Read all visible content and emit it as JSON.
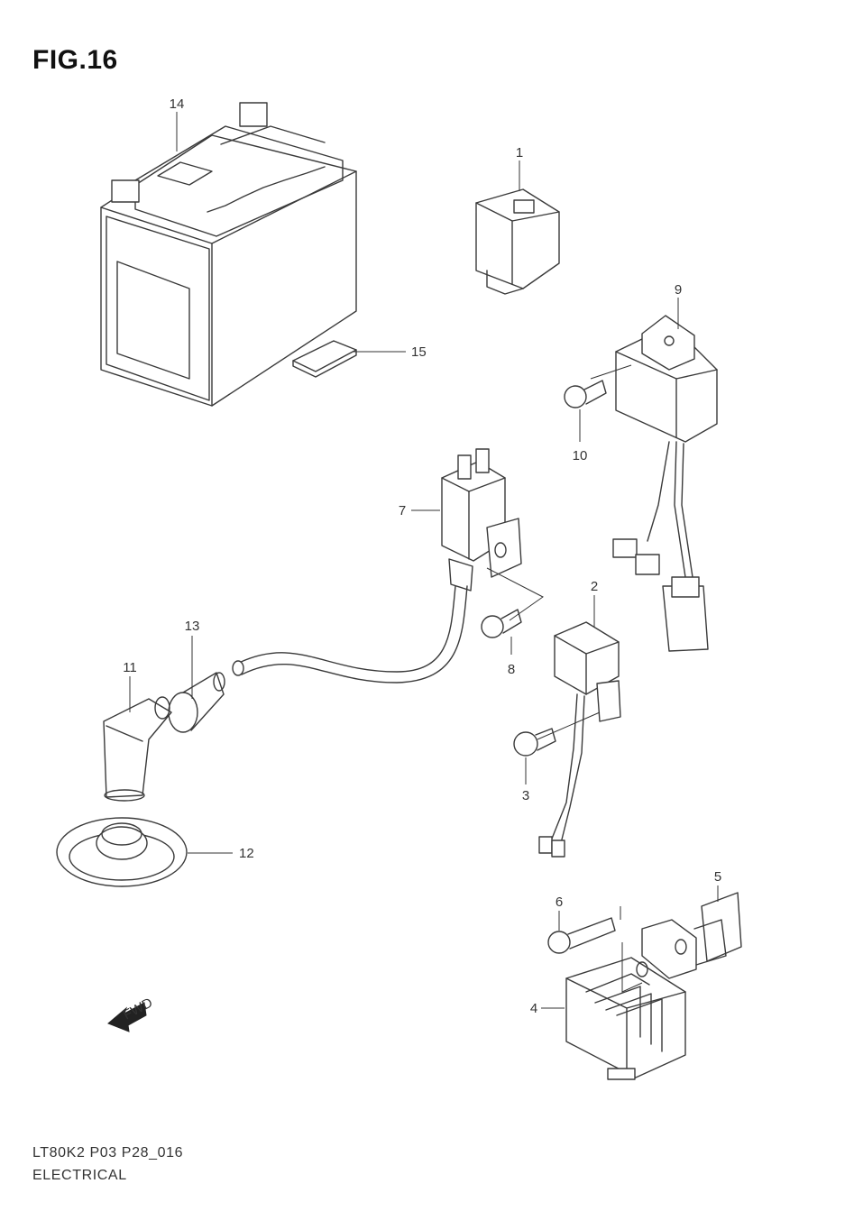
{
  "figure": {
    "title": "FIG.16"
  },
  "callouts": {
    "c1": "1",
    "c2": "2",
    "c3": "3",
    "c4": "4",
    "c5": "5",
    "c6": "6",
    "c7": "7",
    "c8": "8",
    "c9": "9",
    "c10": "10",
    "c11": "11",
    "c12": "12",
    "c13": "13",
    "c14": "14",
    "c15": "15"
  },
  "fwd_label": "FWD",
  "footer": {
    "code": "LT80K2 P03 P28_016",
    "section": "ELECTRICAL"
  }
}
